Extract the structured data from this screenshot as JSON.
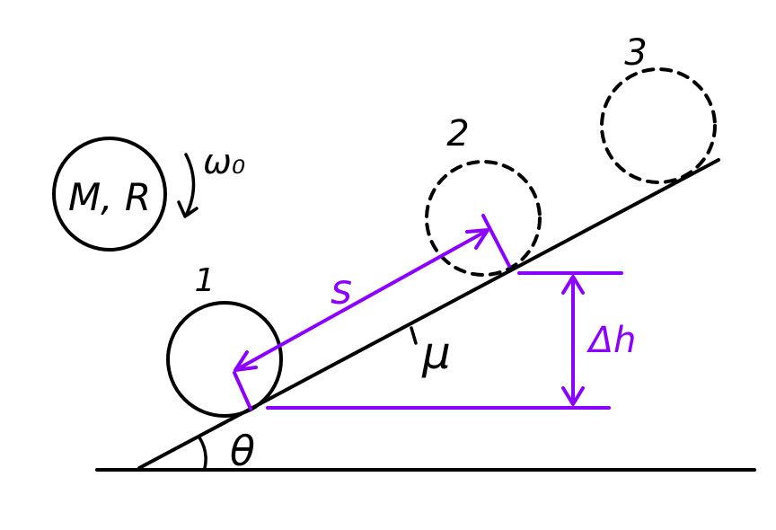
{
  "labels": {
    "body": "M, R",
    "omega": "ω₀",
    "pos1": "1",
    "pos2": "2",
    "pos3": "3",
    "distance": "s",
    "friction": "μ",
    "height": "Δh",
    "angle": "θ"
  },
  "colors": {
    "ink": "#000000",
    "accent": "#8b00ff"
  }
}
